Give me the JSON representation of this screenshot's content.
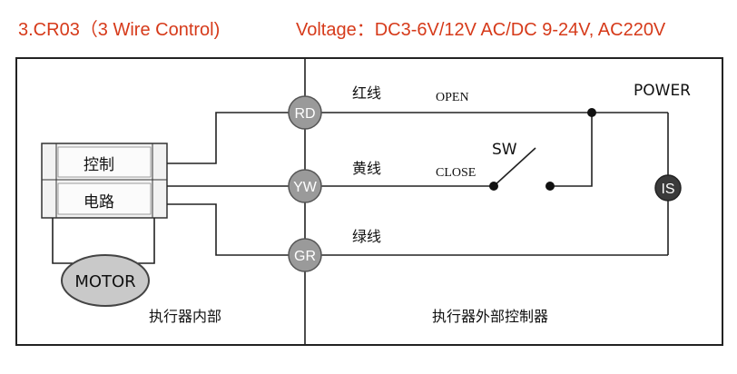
{
  "header": {
    "model": "3.CR03（3 Wire Control)",
    "voltage": "Voltage：DC3-6V/12V AC/DC 9-24V, AC220V"
  },
  "colors": {
    "header_text": "#d63a1a",
    "terminal_fill": "#9a9a9a"
  },
  "terminals": {
    "rd": "RD",
    "yw": "YW",
    "gr": "GR"
  },
  "wires": {
    "red": "红线",
    "yellow": "黄线",
    "green": "绿线"
  },
  "signals": {
    "open": "OPEN",
    "close": "CLOSE"
  },
  "switch_label": "SW",
  "power_label": "POWER",
  "supply_label": "IS",
  "controller": {
    "line1": "控制",
    "line2": "电路"
  },
  "motor_label": "MOTOR",
  "sections": {
    "inside": "执行器内部",
    "outside": "执行器外部控制器"
  }
}
